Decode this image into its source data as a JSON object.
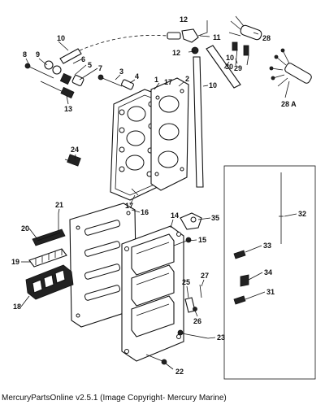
{
  "footer": {
    "text": "MercuryPartsOnline v2.5.1 (Image Copyright- Mercury Marine)"
  },
  "callouts": {
    "c1": "1",
    "c2": "2",
    "c3": "3",
    "c4": "4",
    "c5": "5",
    "c6": "6",
    "c7": "7",
    "c8": "8",
    "c9": "9",
    "c10a": "10",
    "c10b": "10",
    "c10c": "10",
    "c11": "11",
    "c12a": "12",
    "c12b": "12",
    "c13": "13",
    "c14": "14",
    "c15": "15",
    "c16": "16",
    "c17a": "17",
    "c17b": "17",
    "c18": "18",
    "c19": "19",
    "c20": "20",
    "c21": "21",
    "c22": "22",
    "c23": "23",
    "c24": "24",
    "c25": "25",
    "c26": "26",
    "c27": "27",
    "c28": "28",
    "c28a": "28 A",
    "c29": "29",
    "c30": "30",
    "c31": "31",
    "c32": "32",
    "c33": "33",
    "c34": "34",
    "c35": "35"
  }
}
